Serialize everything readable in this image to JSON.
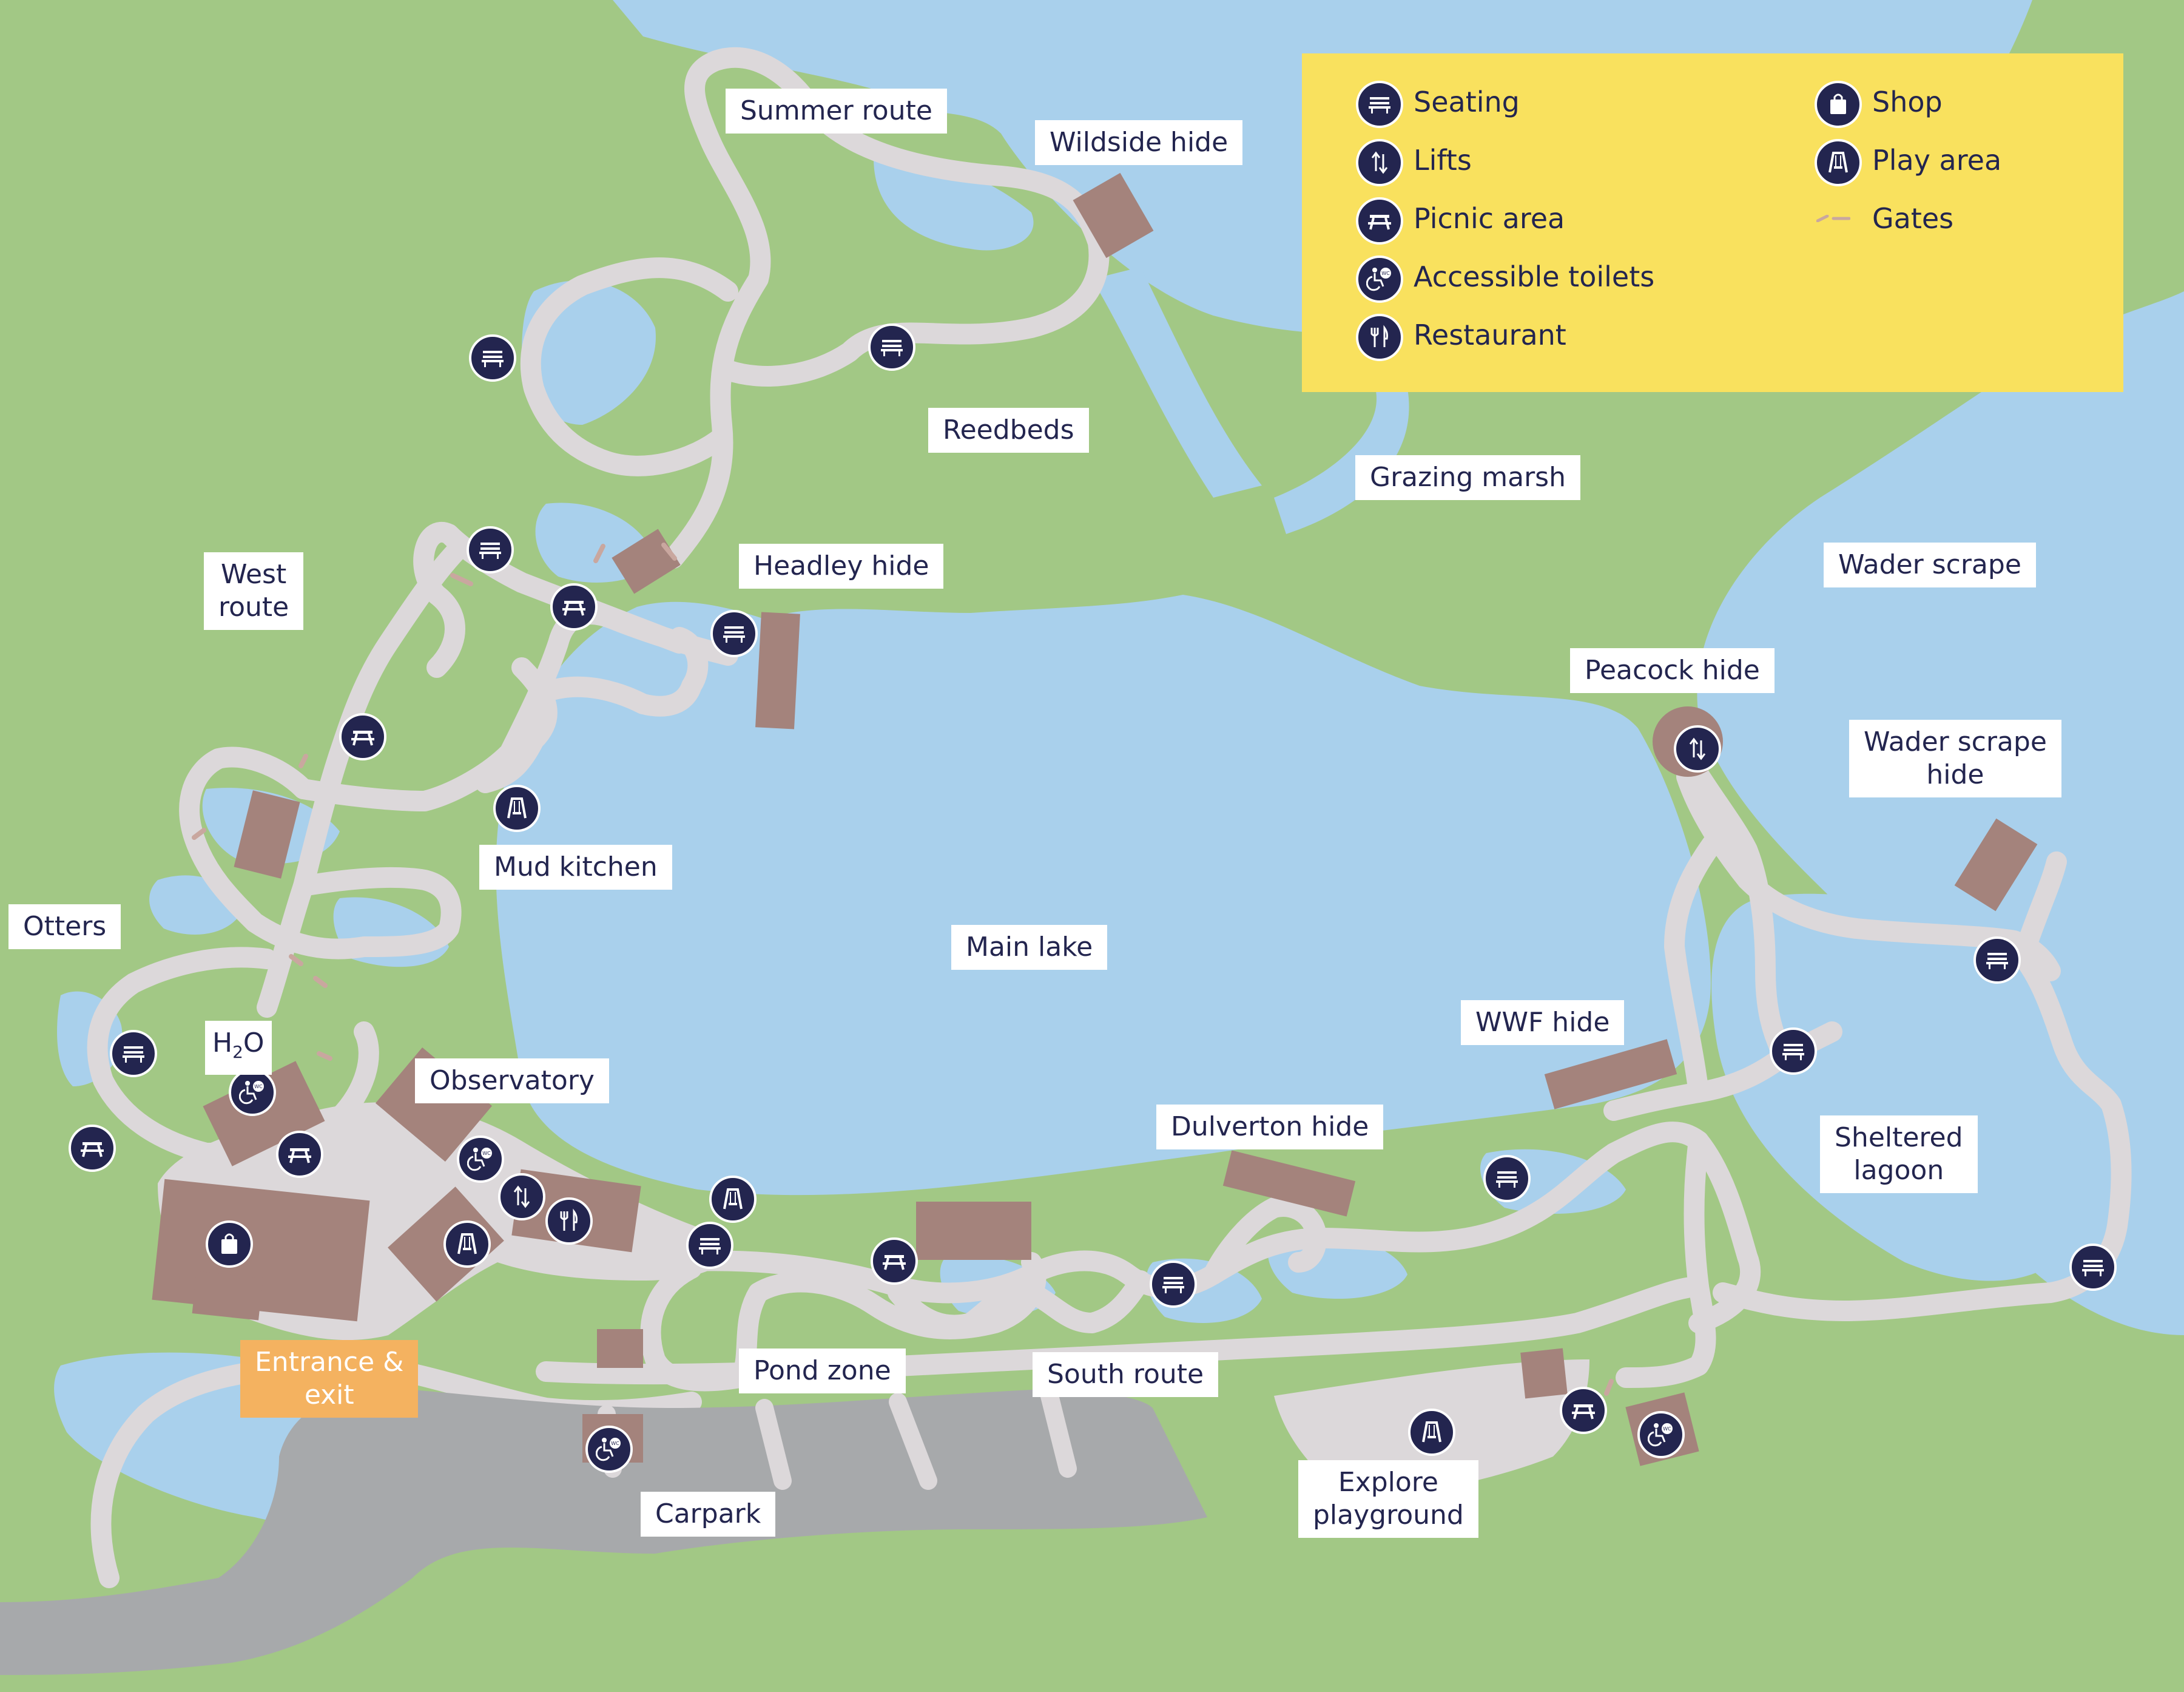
{
  "colors": {
    "land": "#a2c885",
    "water": "#a9d0ec",
    "path": "#dcd8da",
    "building": "#a4837c",
    "carpark": "#a7a9ab",
    "icon": "#23254f",
    "legend": "#f9e15e",
    "entrance": "#f4b260",
    "gate": "#c9a79f"
  },
  "legend": {
    "items": [
      {
        "icon": "bench-icon",
        "label": "Seating"
      },
      {
        "icon": "lift-icon",
        "label": "Lifts"
      },
      {
        "icon": "picnic-table-icon",
        "label": "Picnic area"
      },
      {
        "icon": "accessible-toilet-icon",
        "label": "Accessible toilets"
      },
      {
        "icon": "restaurant-icon",
        "label": "Restaurant"
      },
      {
        "icon": "shop-bag-icon",
        "label": "Shop"
      },
      {
        "icon": "swing-icon",
        "label": "Play area"
      },
      {
        "icon": "gate-mark-icon",
        "label": "Gates"
      }
    ]
  },
  "places": {
    "summer_route": "Summer route",
    "wildside_hide": "Wildside hide",
    "reedbeds": "Reedbeds",
    "grazing_marsh": "Grazing marsh",
    "wader_scrape": "Wader scrape",
    "west_route": "West\nroute",
    "headley_hide": "Headley hide",
    "peacock_hide": "Peacock hide",
    "wader_scrape_hide": "Wader scrape\nhide",
    "mud_kitchen": "Mud kitchen",
    "otters": "Otters",
    "main_lake": "Main lake",
    "h2o_main": "H",
    "h2o_sub": "2",
    "h2o_end": "O",
    "observatory": "Observatory",
    "wwf_hide": "WWF hide",
    "dulverton_hide": "Dulverton hide",
    "sheltered_lagoon": "Sheltered\nlagoon",
    "entrance": "Entrance &\nexit",
    "pond_zone": "Pond zone",
    "south_route": "South route",
    "carpark": "Carpark",
    "explore_playground": "Explore\nplayground"
  }
}
